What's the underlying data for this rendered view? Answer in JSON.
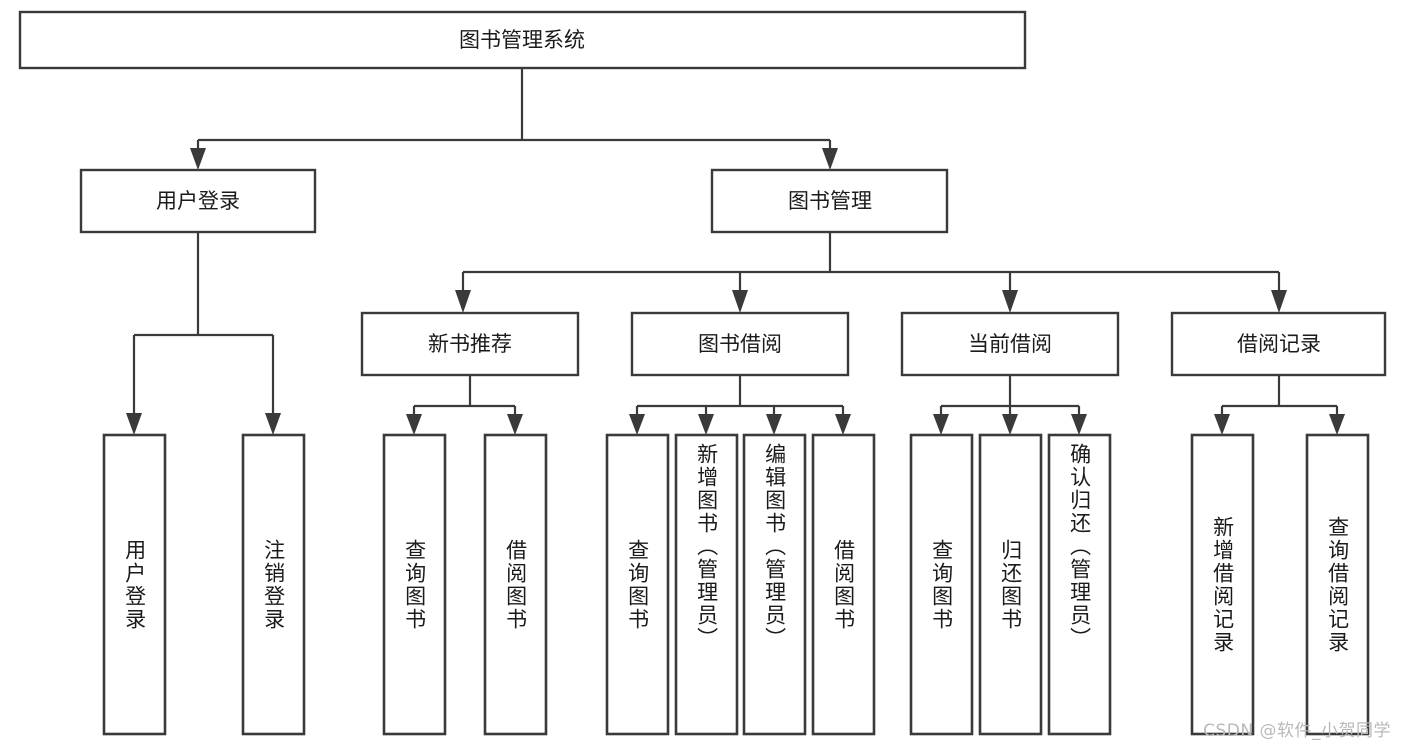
{
  "diagram": {
    "type": "tree-hierarchy-chart",
    "title_node": {
      "id": "root",
      "label": "图书管理系统"
    },
    "colors": {
      "box_stroke": "#3a3a3a",
      "box_fill": "#ffffff",
      "connector": "#3a3a3a",
      "text": "#1b1b1b",
      "watermark": "#b9b9b9",
      "background": "#ffffff"
    },
    "level2": [
      {
        "id": "user-login",
        "label": "用户登录"
      },
      {
        "id": "book-management",
        "label": "图书管理"
      }
    ],
    "level3": [
      {
        "id": "new-book-recommend",
        "label": "新书推荐",
        "parent": "book-management"
      },
      {
        "id": "book-borrow",
        "label": "图书借阅",
        "parent": "book-management"
      },
      {
        "id": "current-borrow",
        "label": "当前借阅",
        "parent": "book-management"
      },
      {
        "id": "borrow-record",
        "label": "借阅记录",
        "parent": "book-management"
      }
    ],
    "leaves": [
      {
        "id": "leaf-user-login",
        "label": "用户登录",
        "parent": "user-login"
      },
      {
        "id": "leaf-logout-login",
        "label": "注销登录",
        "parent": "user-login"
      },
      {
        "id": "leaf-query-book-1",
        "label": "查询图书",
        "parent": "new-book-recommend"
      },
      {
        "id": "leaf-borrow-book-1",
        "label": "借阅图书",
        "parent": "new-book-recommend"
      },
      {
        "id": "leaf-query-book-2",
        "label": "查询图书",
        "parent": "book-borrow"
      },
      {
        "id": "leaf-add-book",
        "label": "新增图书（管理员）",
        "parent": "book-borrow"
      },
      {
        "id": "leaf-edit-book",
        "label": "编辑图书（管理员）",
        "parent": "book-borrow"
      },
      {
        "id": "leaf-borrow-book-2",
        "label": "借阅图书",
        "parent": "book-borrow"
      },
      {
        "id": "leaf-query-book-3",
        "label": "查询图书",
        "parent": "current-borrow"
      },
      {
        "id": "leaf-return-book",
        "label": "归还图书",
        "parent": "current-borrow"
      },
      {
        "id": "leaf-confirm-return",
        "label": "确认归还（管理员）",
        "parent": "current-borrow"
      },
      {
        "id": "leaf-add-borrow-record",
        "label": "新增借阅记录",
        "parent": "borrow-record"
      },
      {
        "id": "leaf-query-borrow-record",
        "label": "查询借阅记录",
        "parent": "borrow-record"
      }
    ],
    "watermark": "CSDN @软件_小贺同学"
  }
}
